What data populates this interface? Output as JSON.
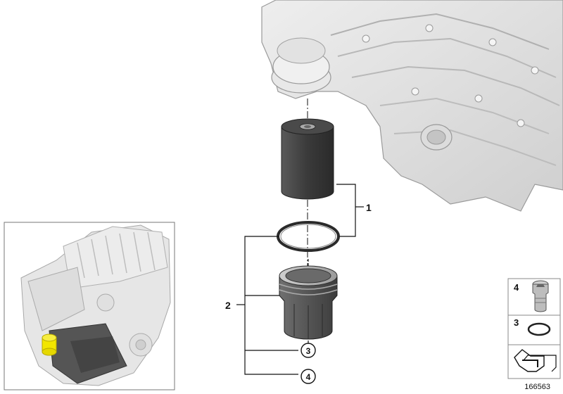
{
  "diagram": {
    "reference_number": "166563",
    "callouts": {
      "part1": "1",
      "part2": "2",
      "part3": "3",
      "part4": "4"
    },
    "legend": {
      "item4_label": "4",
      "item3_label": "3"
    }
  },
  "colors": {
    "line": "#111111",
    "housing": "#d9d9d9",
    "filter": "#404040",
    "yellow_marker": "#f2e600"
  }
}
